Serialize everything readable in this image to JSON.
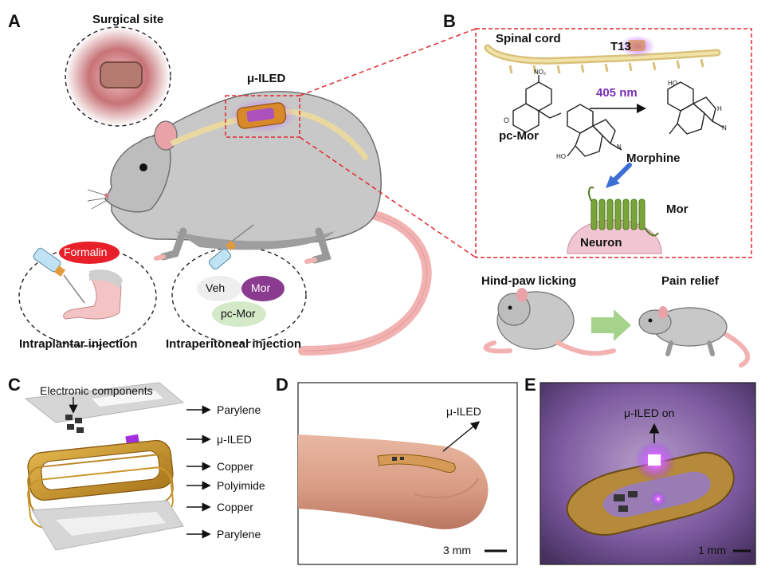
{
  "panels": {
    "a": "A",
    "b": "B",
    "c": "C",
    "d": "D",
    "e": "E"
  },
  "panel_a": {
    "surgical_site": "Surgical site",
    "device": "μ-ILED",
    "formalin": "Formalin",
    "intraplantar": "Intraplantar injection",
    "veh": "Veh",
    "mor": "Mor",
    "pc_mor": "pc-Mor",
    "intraperitoneal": "Intraperitoneal injection"
  },
  "panel_b": {
    "spinal_cord": "Spinal cord",
    "t13": "T13",
    "wavelength": "405 nm",
    "pc_mor": "pc-Mor",
    "morphine": "Morphine",
    "receptor": "Mor",
    "neuron": "Neuron",
    "no2": "NO₂",
    "o_label": "O",
    "ho_label": "HO",
    "n_label": "N",
    "h_label": "H",
    "hind_paw": "Hind-paw licking",
    "pain_relief": "Pain relief"
  },
  "panel_c": {
    "components": "Electronic components",
    "layers": [
      "Parylene",
      "μ-ILED",
      "Copper",
      "Polyimide",
      "Copper",
      "Parylene"
    ]
  },
  "panel_d": {
    "device": "μ-ILED",
    "scale": "3 mm"
  },
  "panel_e": {
    "device_on": "μ-ILED on",
    "scale": "1 mm"
  },
  "colors": {
    "formalin": "#e8202a",
    "mor": "#8a3a8f",
    "veh": "#eeeeee",
    "pc_mor": "#d3e9c8",
    "violet": "#7b2fb4",
    "dashed_red": "#e0282e",
    "receptor": "#7aa33a",
    "neuron": "#f1c6d2",
    "copper": "#c9962c"
  },
  "icons": [
    "syringe-icon",
    "arrow-right-icon",
    "arrow-up-icon",
    "scale-bar-icon",
    "rat-illustration",
    "spinal-cord-icon"
  ]
}
